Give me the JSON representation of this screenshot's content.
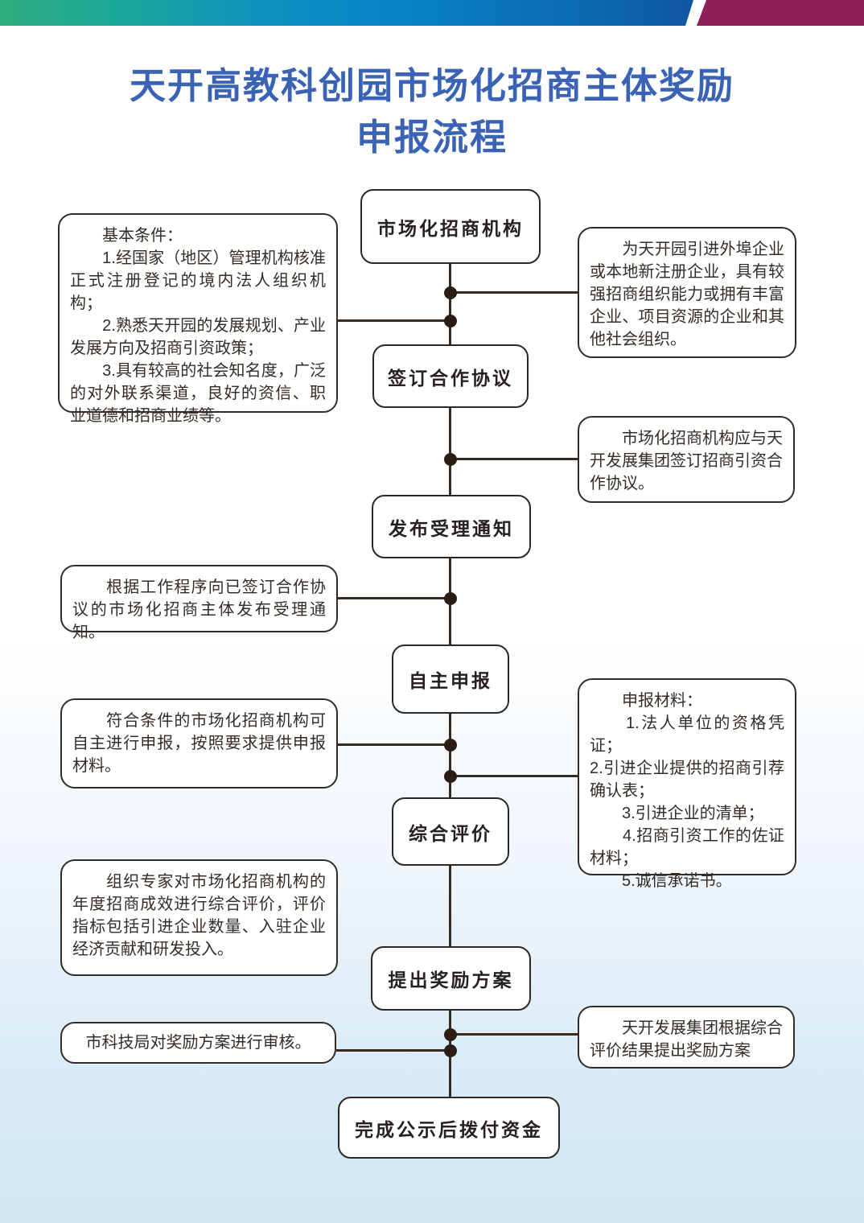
{
  "page_title": {
    "line1": "天开高教科创园市场化招商主体奖励",
    "line2": "申报流程"
  },
  "colors": {
    "title": "#3a62b5",
    "bar_gradient_green": "#2fad7e",
    "bar_gradient_teal": "#19a79c",
    "bar_gradient_blue": "#0884c9",
    "bar_gradient_navy": "#133e8c",
    "bar_magenta": "#8e2158",
    "line": "#362b20",
    "box_border": "#2e2721",
    "page_bottom": "#cfe7f5"
  },
  "steps": [
    {
      "label": "市场化招商机构"
    },
    {
      "label": "签订合作协议"
    },
    {
      "label": "发布受理通知"
    },
    {
      "label": "自主申报"
    },
    {
      "label": "综合评价"
    },
    {
      "label": "提出奖励方案"
    },
    {
      "label": "完成公示后拨付资金"
    }
  ],
  "left_notes": [
    {
      "paragraphs": [
        "　　基本条件：",
        "　　1.经国家（地区）管理机构核准正式注册登记的境内法人组织机构；",
        "　　2.熟悉天开园的发展规划、产业发展方向及招商引资政策；",
        "　　3.具有较高的社会知名度，广泛的对外联系渠道，良好的资信、职业道德和招商业绩等。"
      ]
    },
    {
      "paragraphs": [
        "　　根据工作程序向已签订合作协议的市场化招商主体发布受理通知。"
      ]
    },
    {
      "paragraphs": [
        "　　符合条件的市场化招商机构可自主进行申报，按照要求提供申报材料。"
      ]
    },
    {
      "paragraphs": [
        "　　组织专家对市场化招商机构的年度招商成效进行综合评价，评价指标包括引进企业数量、入驻企业经济贡献和研发投入。"
      ]
    },
    {
      "paragraphs": [
        "市科技局对奖励方案进行审核。"
      ]
    }
  ],
  "right_notes": [
    {
      "paragraphs": [
        "　　为天开园引进外埠企业或本地新注册企业，具有较强招商组织能力或拥有丰富企业、项目资源的企业和其他社会组织。"
      ]
    },
    {
      "paragraphs": [
        "　　市场化招商机构应与天开发展集团签订招商引资合作协议。"
      ]
    },
    {
      "paragraphs": [
        "　　申报材料：",
        "　　1.法人单位的资格凭证；",
        "2.引进企业提供的招商引荐确认表；",
        "　　3.引进企业的清单；",
        "　　4.招商引资工作的佐证材料；",
        "　　5.诚信承诺书。"
      ]
    },
    {
      "paragraphs": [
        "　　天开发展集团根据综合评价结果提出奖励方案"
      ]
    }
  ]
}
